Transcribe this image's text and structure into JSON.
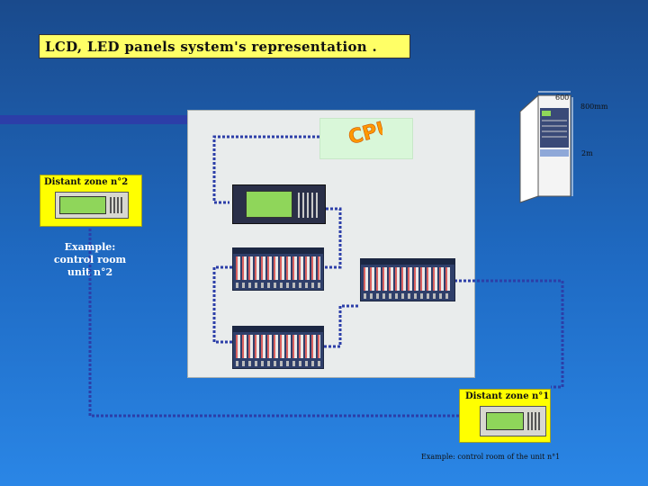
{
  "title": "LCD, LED panels system's representation .",
  "cpu_label": "CPU",
  "zone2": {
    "title": "Distant zone n°2",
    "example": "Example:\ncontrol room\nunit n°2"
  },
  "zone1": {
    "title": "Distant zone n°1",
    "example": "Example: control room of the unit n°1"
  },
  "cabinet": {
    "width_label": "600",
    "depth_label": "800mm",
    "height_label": "2m"
  },
  "colors": {
    "background": "#1f6bc4",
    "title_fill": "#ffff66",
    "zone_fill": "#ffff00",
    "cpu_fill": "#d9f7d9",
    "link_line": "#2c3ea8"
  }
}
